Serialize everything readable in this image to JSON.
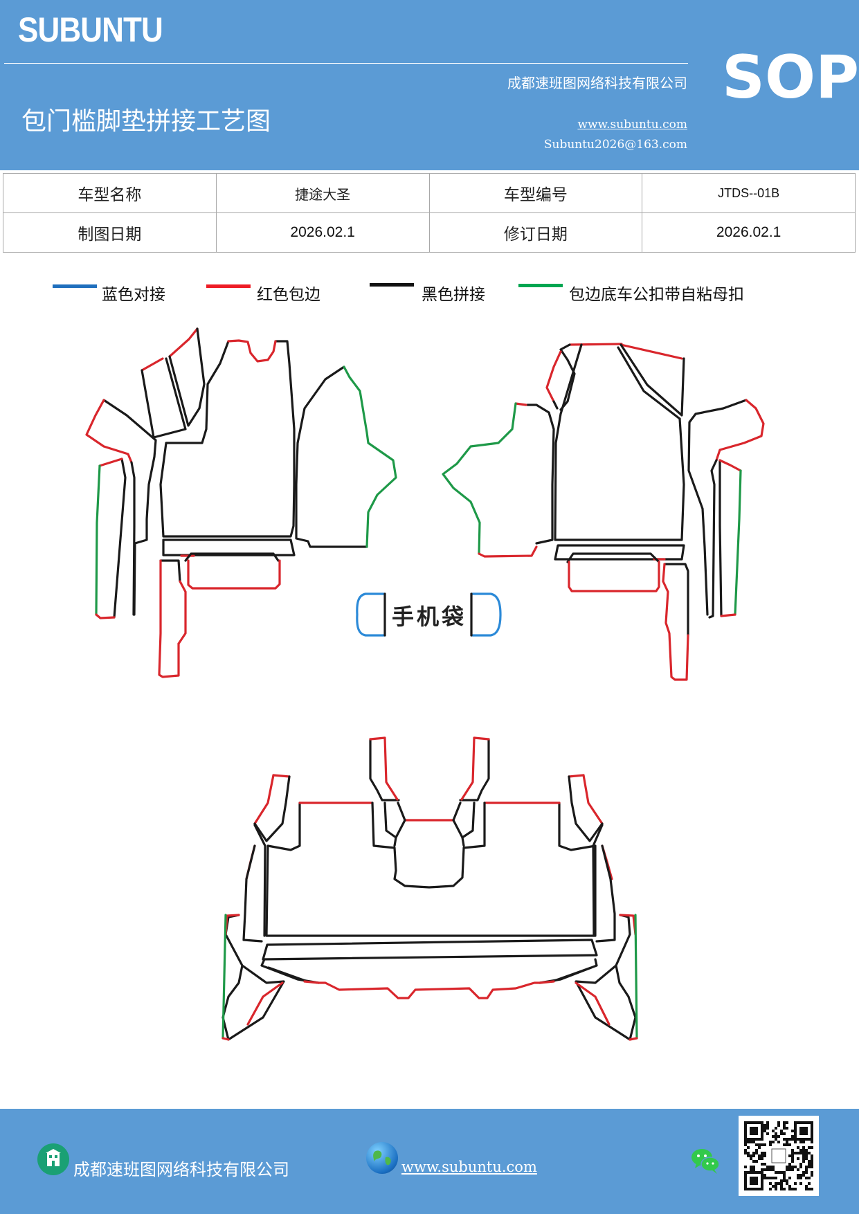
{
  "header": {
    "logo": "SUBUNTU",
    "company": "成都速班图网络科技有限公司",
    "title": "包门槛脚垫拼接工艺图",
    "website": "www.subuntu.com",
    "email": "Subuntu2026@163.com",
    "badge": "SOP"
  },
  "info_table": {
    "model_name_label": "车型名称",
    "model_name_value": "捷途大圣",
    "model_code_label": "车型编号",
    "model_code_value": "JTDS--01B",
    "draw_date_label": "制图日期",
    "draw_date_value": "2026.02.1",
    "revise_date_label": "修订日期",
    "revise_date_value": "2026.02.1"
  },
  "legend": [
    {
      "label": "蓝色对接",
      "color": "#1f6fbd"
    },
    {
      "label": "红色包边",
      "color": "#ee1c25"
    },
    {
      "label": "黑色拼接",
      "color": "#111111"
    },
    {
      "label": "包边底车公扣带自粘母扣",
      "color": "#00a651"
    }
  ],
  "colors": {
    "header_bg": "#5b9bd5",
    "black": "#1a1a1a",
    "red": "#d9262c",
    "green": "#1e9948",
    "blue": "#2c8ad8"
  },
  "phone_pocket_label": "手机袋",
  "footer": {
    "company": "成都速班图网络科技有限公司",
    "website": "www.subuntu.com",
    "icons": [
      "building-icon",
      "globe-icon",
      "wechat-icon",
      "qr-code"
    ]
  }
}
